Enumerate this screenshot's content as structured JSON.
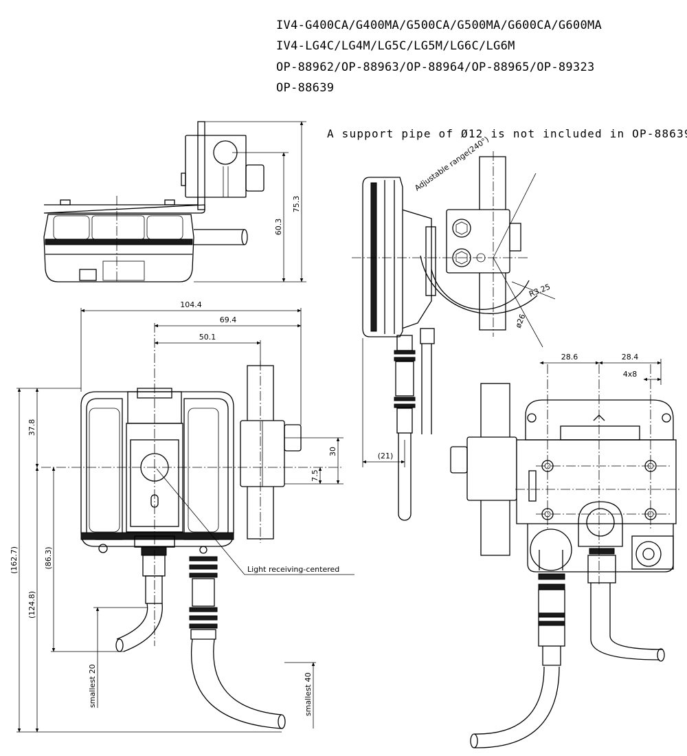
{
  "title_lines": [
    "IV4-G400CA/G400MA/G500CA/G500MA/G600CA/G600MA",
    "IV4-LG4C/LG4M/LG5C/LG5M/LG6C/LG6M",
    "OP-88962/OP-88963/OP-88964/OP-88965/OP-89323",
    "OP-88639"
  ],
  "note": "A support pipe of Ø12 is not included in OP-88639.",
  "side_view": {
    "dim_adjustable": "Adjustable range(240°)",
    "dim_r": "R3.25",
    "dim_dia": "ø26",
    "dim_21": "(21)"
  },
  "top_view": {
    "dim_603": "60.3",
    "dim_753": "75.3"
  },
  "front_view": {
    "dim_1044": "104.4",
    "dim_694": "69.4",
    "dim_501": "50.1",
    "dim_378": "37.8",
    "dim_30": "30",
    "dim_75": "7.5",
    "dim_1627": "(162.7)",
    "dim_1248": "(124.8)",
    "dim_863": "(86.3)",
    "label_light": "Light receiving-centered",
    "label_small20": "smallest 20",
    "label_small40": "smallest 40"
  },
  "rear_view": {
    "dim_286": "28.6",
    "dim_284": "28.4",
    "dim_4x8": "4x8"
  }
}
